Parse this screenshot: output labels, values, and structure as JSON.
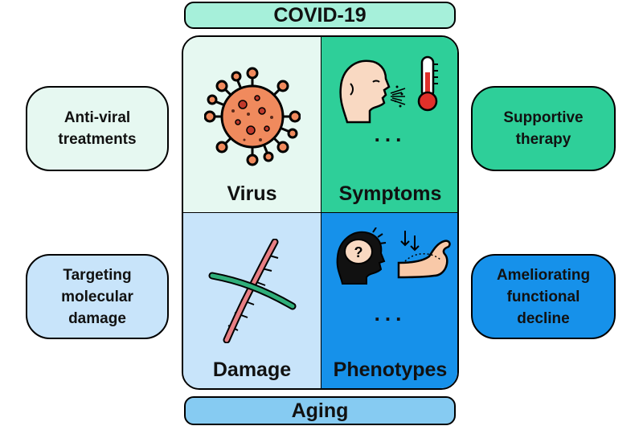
{
  "header": {
    "title": "COVID-19"
  },
  "footer": {
    "title": "Aging"
  },
  "quadrants": {
    "virus": {
      "label": "Virus",
      "color": "#e6f8f1"
    },
    "symptoms": {
      "label": "Symptoms",
      "ellipsis": "...",
      "color": "#2ecf99"
    },
    "damage": {
      "label": "Damage",
      "color": "#c8e4fa"
    },
    "phenotypes": {
      "label": "Phenotypes",
      "ellipsis": "...",
      "color": "#1691ea"
    }
  },
  "side_boxes": {
    "left_top": "Anti-viral\ntreatments",
    "left_bottom": "Targeting\nmolecular\ndamage",
    "right_top": "Supportive\ntherapy",
    "right_bottom": "Ameliorating\nfunctional\ndecline"
  },
  "icons": {
    "virus": "virus-icon",
    "head_sneeze": "sneezing-head-icon",
    "thermometer": "thermometer-icon",
    "dna": "dna-helix-icon",
    "brain_question": "head-question-icon",
    "arm": "weak-arm-icon"
  },
  "colors": {
    "virus_body": "#f08a5d",
    "thermometer_red": "#e0302a",
    "dna_green": "#2fae7a",
    "dna_pink": "#e87f84",
    "skin": "#f9c9a8"
  }
}
